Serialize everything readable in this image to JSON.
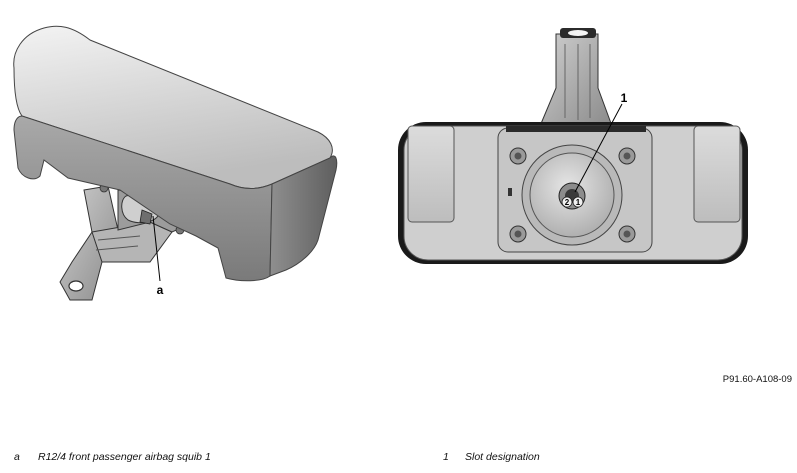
{
  "figure": {
    "callout_a": "a",
    "callout_1": "1",
    "pin_2": "2",
    "pin_1": "1",
    "figure_id": "P91.60-A108-09"
  },
  "legend": {
    "left": {
      "key": "a",
      "text": "R12/4 front passenger airbag squib 1"
    },
    "right": {
      "key": "1",
      "text": "Slot designation"
    }
  }
}
